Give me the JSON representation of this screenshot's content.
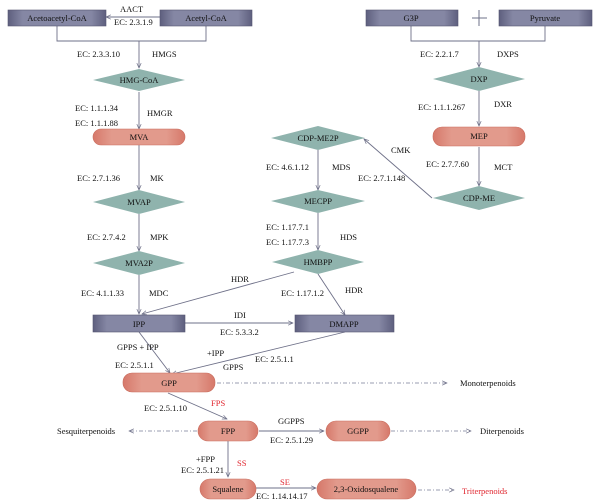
{
  "colors": {
    "rect_fill": "#6e6f8e",
    "rect_light": "#8a8ba8",
    "diamond_fill": "#8fb3ad",
    "pill_fill": "#de8c7c",
    "pill_stroke": "#c96d5e",
    "arrow": "#6e7088",
    "red_label": "#e0262f"
  },
  "nodes": {
    "acetoacetyl_coa": "Acetoacetyl-CoA",
    "acetyl_coa": "Acetyl-CoA",
    "g3p": "G3P",
    "plus": "+",
    "pyruvate": "Pyruvate",
    "hmg_coa": "HMG-CoA",
    "dxp": "DXP",
    "mva": "MVA",
    "mep": "MEP",
    "cdp_me2p": "CDP-ME2P",
    "cdp_me": "CDP-ME",
    "mvap": "MVAP",
    "mecpp": "MECPP",
    "mva2p": "MVA2P",
    "hmbpp": "HMBPP",
    "ipp": "IPP",
    "dmapp": "DMAPP",
    "gpp": "GPP",
    "fpp": "FPP",
    "ggpp": "GGPP",
    "squalene": "Squalene",
    "oxidosqualene": "2,3-Oxidosqualene"
  },
  "products": {
    "monoterpenoids": "Monoterpenoids",
    "sesquiterpenoids": "Sesquiterpenoids",
    "diterpenoids": "Diterpenoids",
    "triterpenoids": "Triterpenoids"
  },
  "enzymes": {
    "aact": "AACT",
    "aact_ec": "EC: 2.3.1.9",
    "hmgs": "HMGS",
    "hmgs_ec": "EC: 2.3.3.10",
    "hmgr": "HMGR",
    "hmgr_ec1": "EC: 1.1.1.34",
    "hmgr_ec2": "EC: 1.1.1.88",
    "mk": "MK",
    "mk_ec": "EC: 2.7.1.36",
    "mpk": "MPK",
    "mpk_ec": "EC: 2.7.4.2",
    "mdc": "MDC",
    "mdc_ec": "EC: 4.1.1.33",
    "dxps": "DXPS",
    "dxps_ec": "EC: 2.2.1.7",
    "dxr": "DXR",
    "dxr_ec": "EC: 1.1.1.267",
    "mct": "MCT",
    "mct_ec": "EC: 2.7.7.60",
    "cmk": "CMK",
    "cmk_ec": "EC: 2.7.1.148",
    "mds": "MDS",
    "mds_ec": "EC: 4.6.1.12",
    "hds": "HDS",
    "hds_ec1": "EC: 1.17.7.1",
    "hds_ec2": "EC: 1.17.7.3",
    "hdr_ipp": "HDR",
    "hdr_dmapp": "HDR",
    "hdr_ec": "EC: 1.17.1.2",
    "idi": "IDI",
    "idi_ec": "EC: 5.3.3.2",
    "gpps_ipp": "GPPS + IPP",
    "gpps_ipp_ec": "EC: 2.5.1.1",
    "plus_ipp": "+IPP",
    "gpps": "GPPS",
    "gpps_ec": "EC: 2.5.1.1",
    "fps": "FPS",
    "fps_ec": "EC: 2.5.1.10",
    "ggpps": "GGPPS",
    "ggpps_ec": "EC: 2.5.1.29",
    "plus_fpp": "+FPP",
    "ss": "SS",
    "ss_ec": "EC: 2.5.1.21",
    "se": "SE",
    "se_ec": "EC: 1.14.14.17"
  }
}
